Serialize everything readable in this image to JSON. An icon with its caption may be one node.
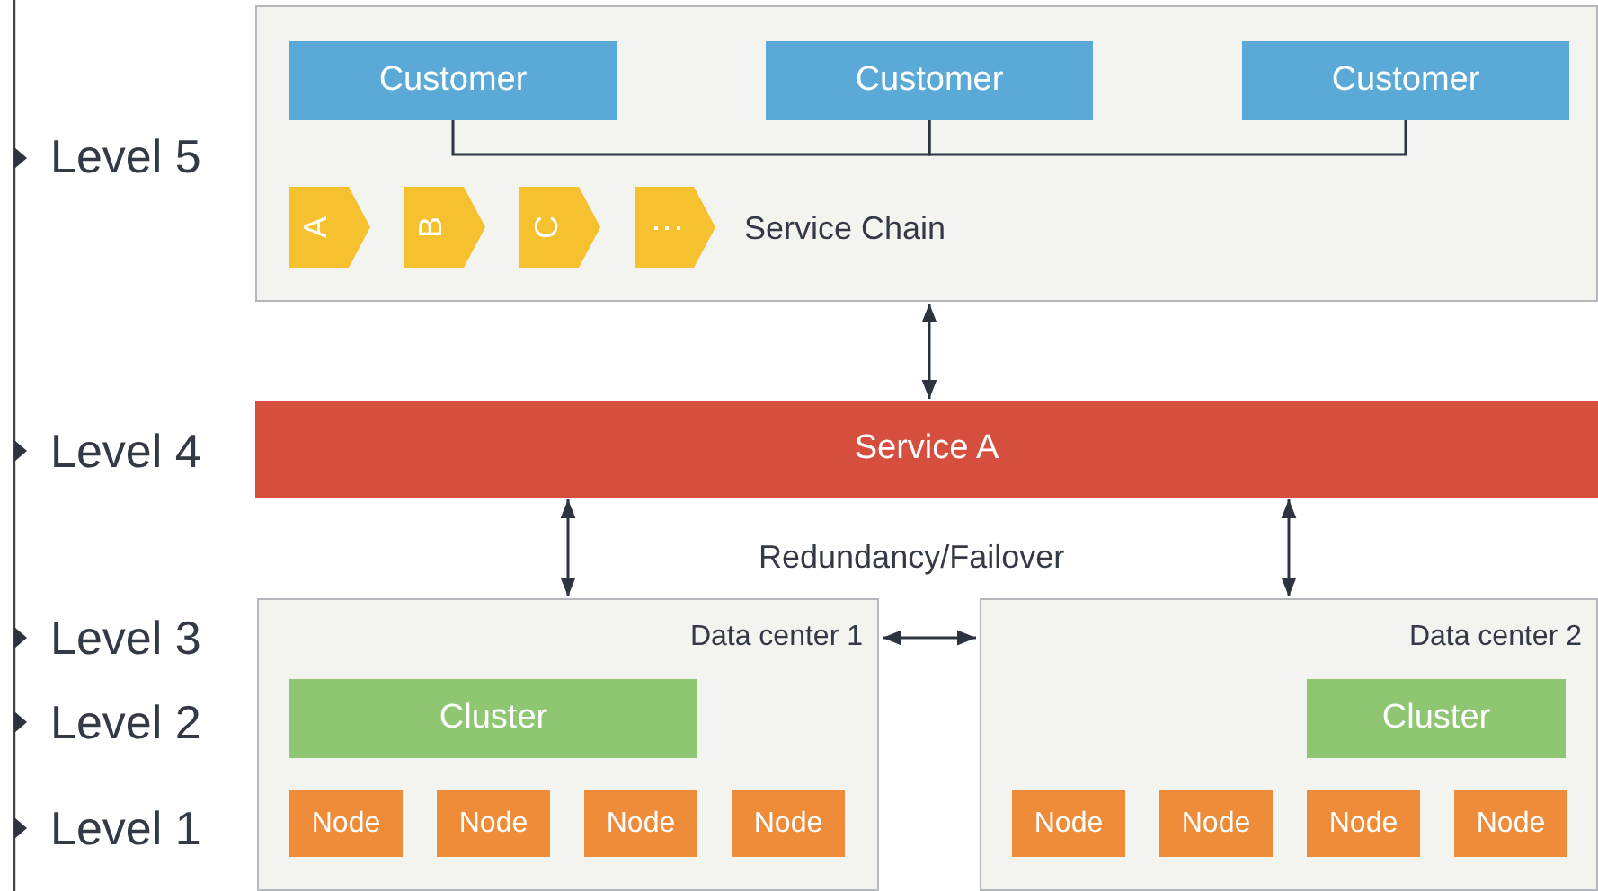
{
  "diagram": {
    "nodes": [
      {
        "text": [],
        "shape": "box"
      },
      {
        "text": [
          "Customer"
        ],
        "in": 0
      },
      {
        "text": [
          "Customer"
        ],
        "in": 0
      },
      {
        "text": [
          "Customer"
        ],
        "in": 0
      },
      {
        "text": [
          "A"
        ],
        "in": 0
      },
      {
        "text": [
          "B"
        ],
        "in": 0
      },
      {
        "text": [
          "C"
        ],
        "in": 0
      },
      {
        "text": [
          "⋮"
        ],
        "in": 0
      },
      {
        "text": [
          "Service A"
        ]
      },
      {
        "text": [
          "Data center 1"
        ]
      },
      {
        "text": [
          "Cluster"
        ],
        "in": 9
      },
      {
        "text": [
          "Node"
        ],
        "in": 9
      },
      {
        "text": [
          "Node"
        ],
        "in": 9
      },
      {
        "text": [
          "Node"
        ],
        "in": 9
      },
      {
        "text": [
          "Node"
        ],
        "in": 9
      },
      {
        "text": [
          "Data center 2"
        ]
      },
      {
        "text": [
          "Cluster"
        ],
        "in": 15
      },
      {
        "text": [
          "Node"
        ],
        "in": 15
      },
      {
        "text": [
          "Node"
        ],
        "in": 15
      },
      {
        "text": [
          "Node"
        ],
        "in": 15
      },
      {
        "text": [
          "Node"
        ],
        "in": 15
      }
    ],
    "edges": [
      {
        "from": 1,
        "to": 2,
        "arrow": "none"
      },
      {
        "from": 2,
        "to": 3,
        "arrow": "none"
      },
      {
        "from": 0,
        "to": 8,
        "arrow": "both"
      },
      {
        "from": 8,
        "to": 9,
        "arrow": "both"
      },
      {
        "from": 8,
        "to": 15,
        "arrow": "both"
      },
      {
        "from": 9,
        "to": 15,
        "arrow": "both"
      }
    ],
    "labels": [
      "Level 5",
      "Service Chain",
      "Level 4",
      "Redundancy/Failover",
      "Level 3",
      "Level 2",
      "Level 1"
    ]
  }
}
